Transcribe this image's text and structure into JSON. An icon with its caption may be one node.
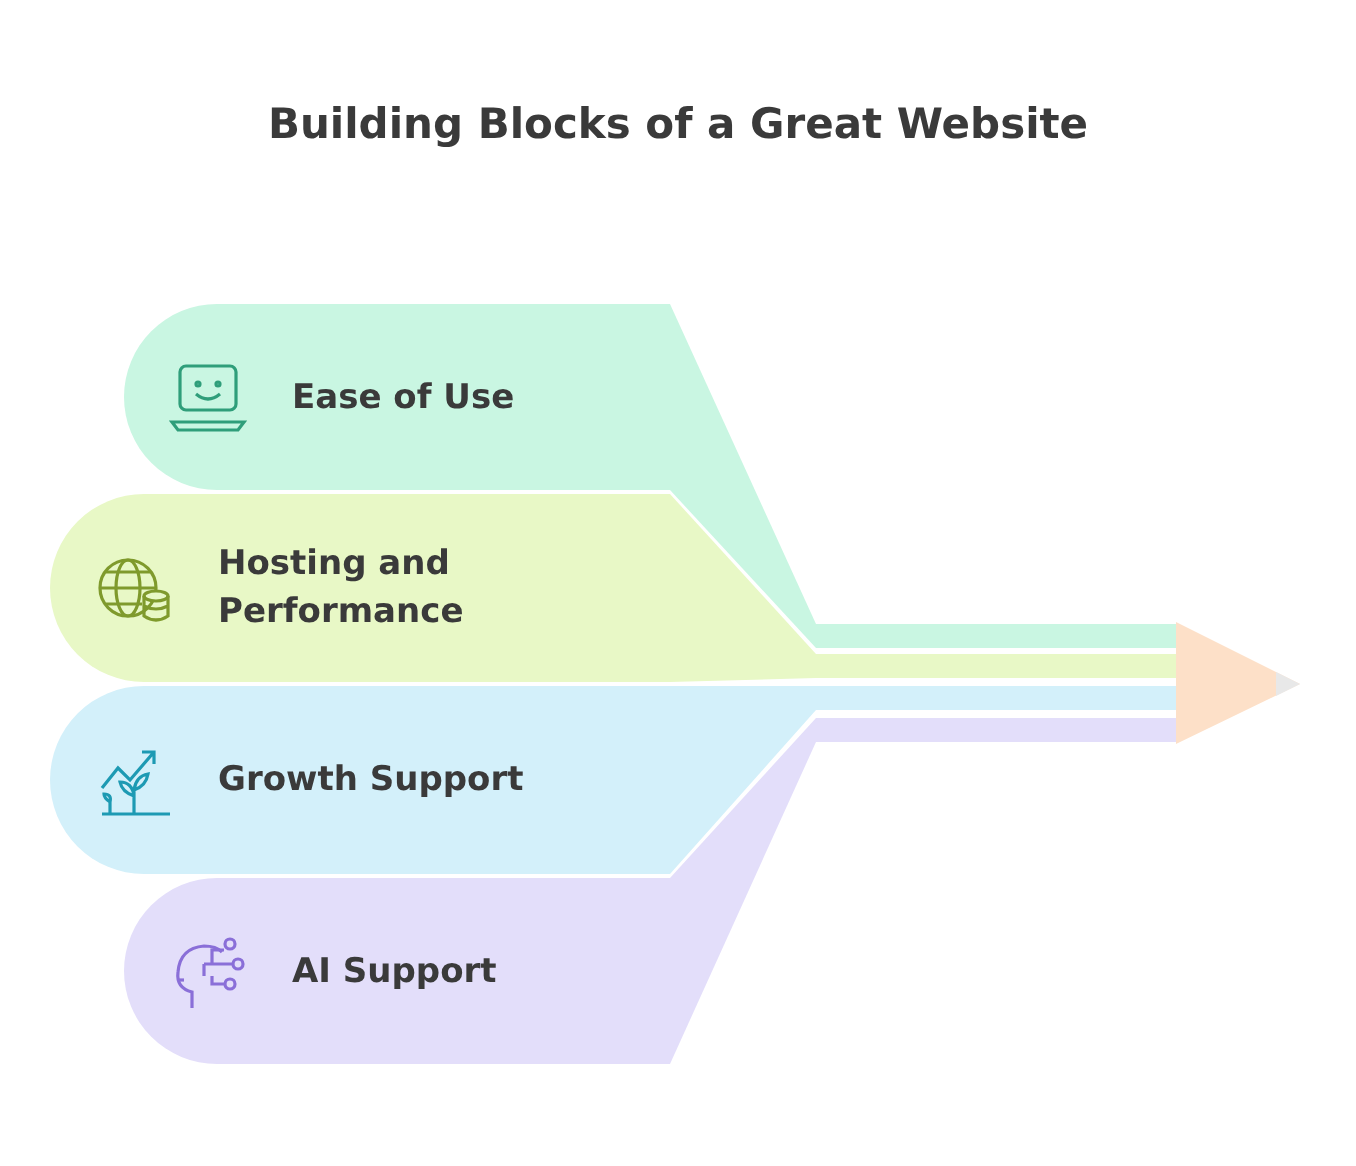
{
  "diagram": {
    "title": "Building Blocks of a Great Website",
    "nodes": [
      {
        "text": [
          "Ease of Use"
        ]
      },
      {
        "text": [
          "Hosting and Performance"
        ]
      },
      {
        "text": [
          "Growth Support"
        ]
      },
      {
        "text": [
          "AI Support"
        ]
      }
    ]
  }
}
